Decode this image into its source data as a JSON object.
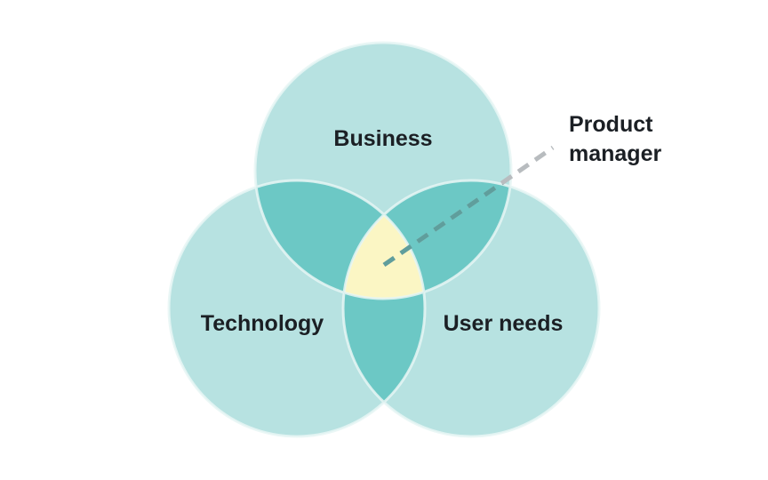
{
  "diagram": {
    "type": "venn",
    "sets": [
      {
        "id": "business",
        "label": "Business"
      },
      {
        "id": "technology",
        "label": "Technology"
      },
      {
        "id": "user_needs",
        "label": "User needs"
      }
    ],
    "center_callout": {
      "lines": [
        "Product",
        "manager"
      ]
    },
    "colors": {
      "circle": "#b7e2e1",
      "pair_overlap": "#6cc8c5",
      "center": "#fbf6c4",
      "outline": "#e8f6f5",
      "text": "#1b1f24",
      "leader_line": "#b8bcbf",
      "leader_line_over_overlap": "#5f9e9c"
    }
  }
}
